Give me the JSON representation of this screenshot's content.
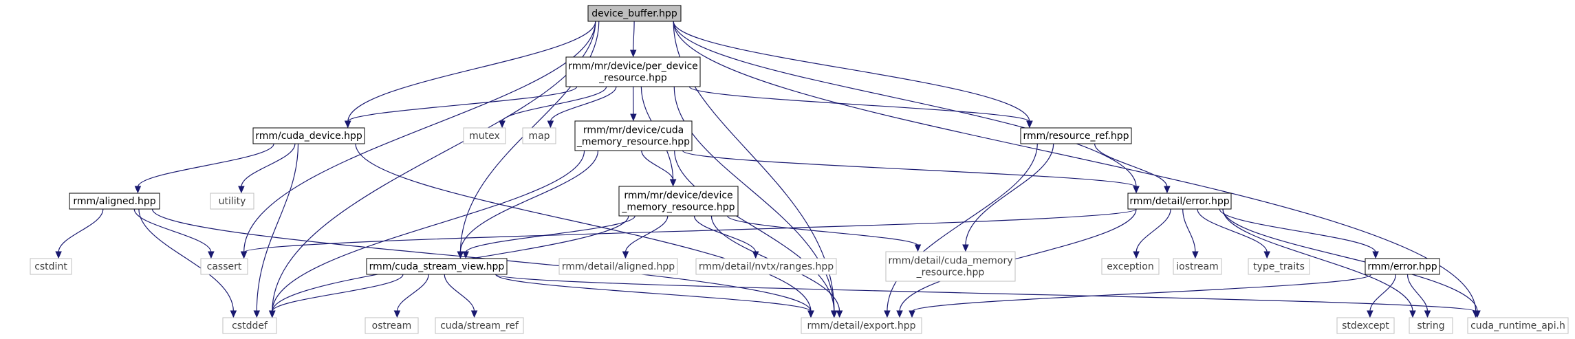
{
  "nodes": [
    {
      "id": "device_buffer",
      "lines": [
        "device_buffer.hpp"
      ],
      "kind": "root"
    },
    {
      "id": "per_device",
      "lines": [
        "rmm/mr/device/per_device",
        "_resource.hpp"
      ],
      "kind": "primary"
    },
    {
      "id": "cuda_device",
      "lines": [
        "rmm/cuda_device.hpp"
      ],
      "kind": "primary"
    },
    {
      "id": "mutex",
      "lines": [
        "mutex"
      ],
      "kind": "std"
    },
    {
      "id": "map",
      "lines": [
        "map"
      ],
      "kind": "std"
    },
    {
      "id": "cuda_memory_resource",
      "lines": [
        "rmm/mr/device/cuda",
        "_memory_resource.hpp"
      ],
      "kind": "primary"
    },
    {
      "id": "resource_ref",
      "lines": [
        "rmm/resource_ref.hpp"
      ],
      "kind": "primary"
    },
    {
      "id": "aligned",
      "lines": [
        "rmm/aligned.hpp"
      ],
      "kind": "primary"
    },
    {
      "id": "utility",
      "lines": [
        "utility"
      ],
      "kind": "std"
    },
    {
      "id": "device_memory_resource",
      "lines": [
        "rmm/mr/device/device",
        "_memory_resource.hpp"
      ],
      "kind": "primary"
    },
    {
      "id": "detail_error",
      "lines": [
        "rmm/detail/error.hpp"
      ],
      "kind": "primary"
    },
    {
      "id": "cstdint",
      "lines": [
        "cstdint"
      ],
      "kind": "std"
    },
    {
      "id": "cassert",
      "lines": [
        "cassert"
      ],
      "kind": "std"
    },
    {
      "id": "cuda_stream_view",
      "lines": [
        "rmm/cuda_stream_view.hpp"
      ],
      "kind": "primary"
    },
    {
      "id": "detail_aligned",
      "lines": [
        "rmm/detail/aligned.hpp"
      ],
      "kind": "std"
    },
    {
      "id": "nvtx_ranges",
      "lines": [
        "rmm/detail/nvtx/ranges.hpp"
      ],
      "kind": "std"
    },
    {
      "id": "detail_cuda_memory",
      "lines": [
        "rmm/detail/cuda_memory",
        "_resource.hpp"
      ],
      "kind": "std"
    },
    {
      "id": "exception",
      "lines": [
        "exception"
      ],
      "kind": "std"
    },
    {
      "id": "iostream",
      "lines": [
        "iostream"
      ],
      "kind": "std"
    },
    {
      "id": "type_traits",
      "lines": [
        "type_traits"
      ],
      "kind": "std"
    },
    {
      "id": "rmm_error",
      "lines": [
        "rmm/error.hpp"
      ],
      "kind": "primary"
    },
    {
      "id": "cstddef",
      "lines": [
        "cstddef"
      ],
      "kind": "std"
    },
    {
      "id": "ostream",
      "lines": [
        "ostream"
      ],
      "kind": "std"
    },
    {
      "id": "stream_ref",
      "lines": [
        "cuda/stream_ref"
      ],
      "kind": "std"
    },
    {
      "id": "export",
      "lines": [
        "rmm/detail/export.hpp"
      ],
      "kind": "std"
    },
    {
      "id": "stdexcept",
      "lines": [
        "stdexcept"
      ],
      "kind": "std"
    },
    {
      "id": "string",
      "lines": [
        "string"
      ],
      "kind": "std"
    },
    {
      "id": "cuda_runtime_api",
      "lines": [
        "cuda_runtime_api.h"
      ],
      "kind": "std"
    }
  ],
  "edges": [
    {
      "from": "device_buffer",
      "to": "per_device"
    },
    {
      "from": "device_buffer",
      "to": "cuda_device"
    },
    {
      "from": "device_buffer",
      "to": "cassert"
    },
    {
      "from": "device_buffer",
      "to": "cstddef"
    },
    {
      "from": "device_buffer",
      "to": "cuda_stream_view"
    },
    {
      "from": "device_buffer",
      "to": "resource_ref"
    },
    {
      "from": "device_buffer",
      "to": "detail_error"
    },
    {
      "from": "device_buffer",
      "to": "export"
    },
    {
      "from": "device_buffer",
      "to": "cuda_runtime_api"
    },
    {
      "from": "per_device",
      "to": "cuda_device"
    },
    {
      "from": "per_device",
      "to": "mutex"
    },
    {
      "from": "per_device",
      "to": "map"
    },
    {
      "from": "per_device",
      "to": "cuda_memory_resource"
    },
    {
      "from": "per_device",
      "to": "device_memory_resource"
    },
    {
      "from": "per_device",
      "to": "resource_ref"
    },
    {
      "from": "per_device",
      "to": "export"
    },
    {
      "from": "cuda_device",
      "to": "aligned"
    },
    {
      "from": "cuda_device",
      "to": "utility"
    },
    {
      "from": "cuda_device",
      "to": "cstddef"
    },
    {
      "from": "cuda_device",
      "to": "export"
    },
    {
      "from": "aligned",
      "to": "cstdint"
    },
    {
      "from": "aligned",
      "to": "cassert"
    },
    {
      "from": "aligned",
      "to": "cstddef"
    },
    {
      "from": "aligned",
      "to": "export"
    },
    {
      "from": "cuda_memory_resource",
      "to": "device_memory_resource"
    },
    {
      "from": "cuda_memory_resource",
      "to": "detail_error"
    },
    {
      "from": "cuda_memory_resource",
      "to": "cuda_stream_view"
    },
    {
      "from": "cuda_memory_resource",
      "to": "cstddef"
    },
    {
      "from": "cuda_memory_resource",
      "to": "export"
    },
    {
      "from": "device_memory_resource",
      "to": "cuda_stream_view"
    },
    {
      "from": "device_memory_resource",
      "to": "detail_aligned"
    },
    {
      "from": "device_memory_resource",
      "to": "nvtx_ranges"
    },
    {
      "from": "device_memory_resource",
      "to": "detail_cuda_memory"
    },
    {
      "from": "device_memory_resource",
      "to": "cstddef"
    },
    {
      "from": "device_memory_resource",
      "to": "export"
    },
    {
      "from": "resource_ref",
      "to": "detail_error"
    },
    {
      "from": "resource_ref",
      "to": "detail_cuda_memory"
    },
    {
      "from": "resource_ref",
      "to": "export"
    },
    {
      "from": "detail_error",
      "to": "cassert"
    },
    {
      "from": "detail_error",
      "to": "exception"
    },
    {
      "from": "detail_error",
      "to": "iostream"
    },
    {
      "from": "detail_error",
      "to": "type_traits"
    },
    {
      "from": "detail_error",
      "to": "rmm_error"
    },
    {
      "from": "detail_error",
      "to": "string"
    },
    {
      "from": "detail_error",
      "to": "cuda_runtime_api"
    },
    {
      "from": "detail_error",
      "to": "export"
    },
    {
      "from": "cuda_stream_view",
      "to": "cstddef"
    },
    {
      "from": "cuda_stream_view",
      "to": "ostream"
    },
    {
      "from": "cuda_stream_view",
      "to": "stream_ref"
    },
    {
      "from": "cuda_stream_view",
      "to": "export"
    },
    {
      "from": "cuda_stream_view",
      "to": "cuda_runtime_api"
    },
    {
      "from": "rmm_error",
      "to": "stdexcept"
    },
    {
      "from": "rmm_error",
      "to": "string"
    },
    {
      "from": "rmm_error",
      "to": "export"
    }
  ]
}
